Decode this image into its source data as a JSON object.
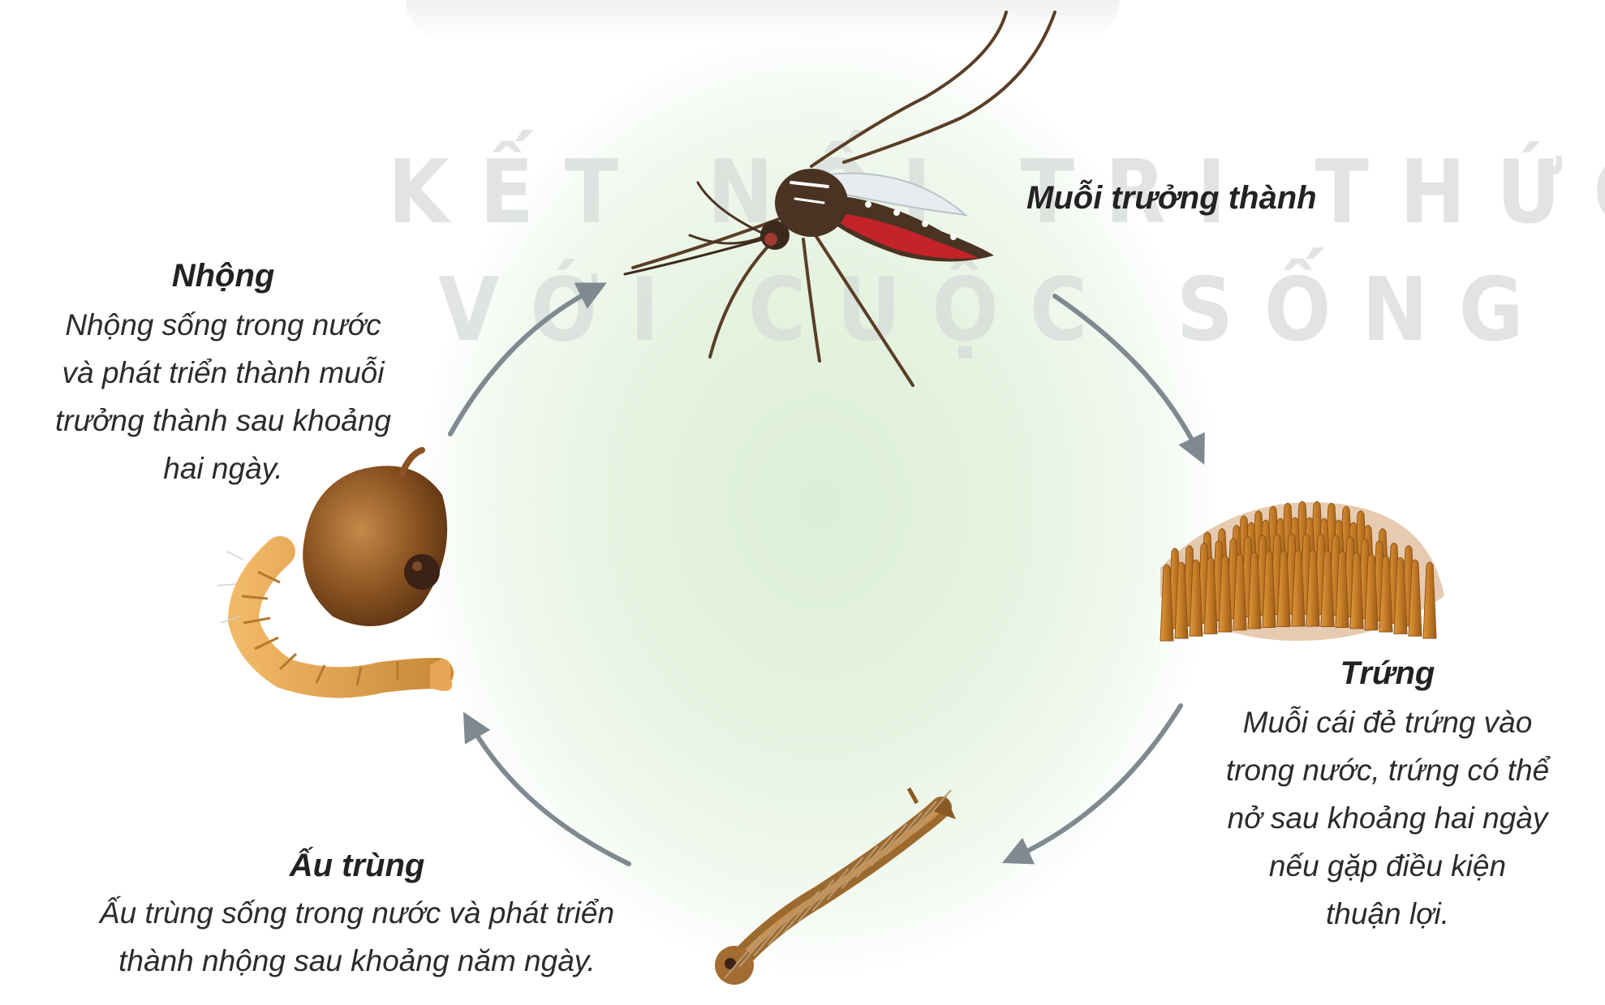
{
  "watermark": {
    "line1": "KẾT NỐI TRI THỨC",
    "line2": "VỚI CUỘC SỐNG"
  },
  "stages": {
    "adult": {
      "title": "Muỗi trưởng thành"
    },
    "egg": {
      "title": "Trứng",
      "desc": [
        "Muỗi cái đẻ trứng vào",
        "trong nước, trứng có thể",
        "nở sau khoảng hai ngày",
        "nếu gặp điều kiện",
        "thuận lợi."
      ]
    },
    "larva": {
      "title": "Ấu trùng",
      "desc": [
        "Ấu trùng sống trong nước và phát triển",
        "thành nhộng sau khoảng năm ngày."
      ]
    },
    "pupa": {
      "title": "Nhộng",
      "desc": [
        "Nhộng sống trong nước",
        "và phát triển thành muỗi",
        "trưởng thành sau khoảng",
        "hai ngày."
      ]
    }
  },
  "colors": {
    "arrow": "#7f8a90",
    "egg": "#c27a26",
    "pupa_head": "#8a5321",
    "larva": "#9c6a2e",
    "mosquito_body": "#4a3322",
    "mosquito_belly": "#c4232a"
  }
}
